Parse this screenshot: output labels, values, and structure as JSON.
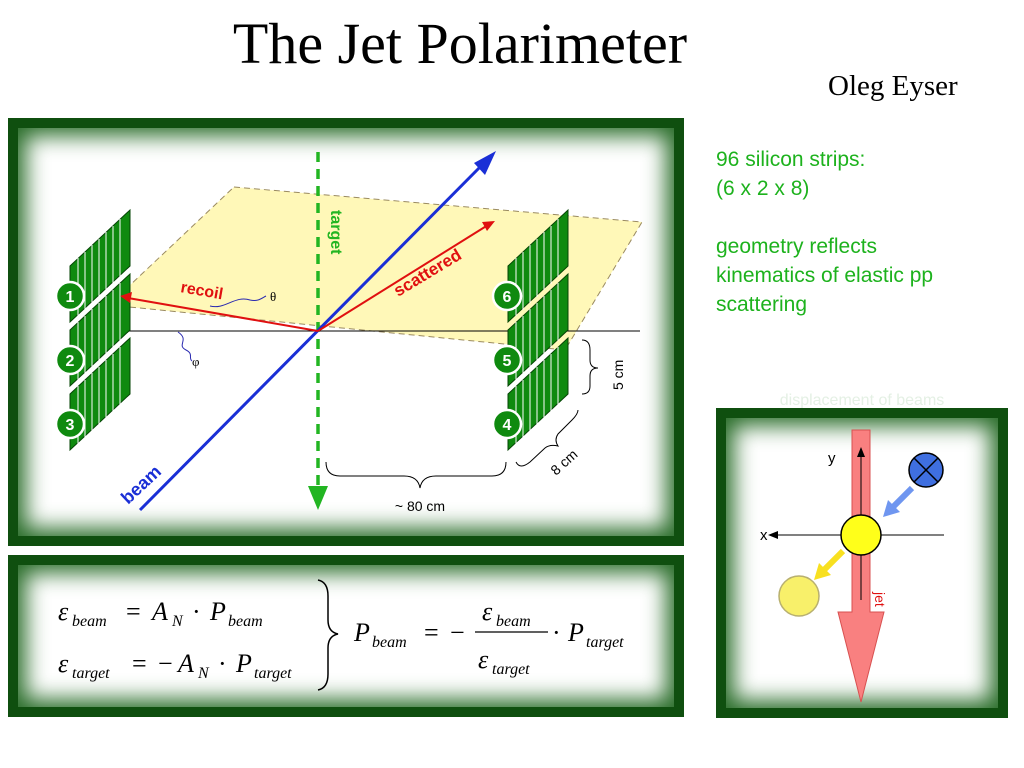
{
  "title": "The Jet Polarimeter",
  "author": "Oleg Eyser",
  "diagram": {
    "labels": {
      "target": "target",
      "scattered": "scattered",
      "recoil": "recoil",
      "beam": "beam",
      "theta": "θ",
      "phi": "φ",
      "five_cm": "5 cm",
      "eight_cm": "8 cm",
      "eighty_cm": "~ 80 cm"
    },
    "detectors": [
      "1",
      "2",
      "3",
      "6",
      "5",
      "4"
    ],
    "colors": {
      "detector_green": "#0f8a0f",
      "plane_fill": "#fff8b8",
      "beam_blue": "#1a2fd6",
      "arrow_red": "#e01010",
      "target_green": "#22b522"
    }
  },
  "notes": [
    "96 silicon strips:",
    "(6 x 2 x 8)",
    "",
    "geometry reflects",
    "kinematics of elastic pp",
    "scattering"
  ],
  "equations": {
    "eps": "ε",
    "beam": "beam",
    "target": "target",
    "A": "A",
    "N": "N",
    "P": "P",
    "equals": "=",
    "minus": "−",
    "dot": "·"
  },
  "displacement": {
    "title": "displacement of beams",
    "y_label": "y",
    "x_label": "x",
    "jet_label": "jet",
    "colors": {
      "jet": "#f98080",
      "target_ball": "#ffff1a",
      "beam_ball": "#3f6fe0",
      "ghost_ball": "#f8f06a"
    }
  }
}
